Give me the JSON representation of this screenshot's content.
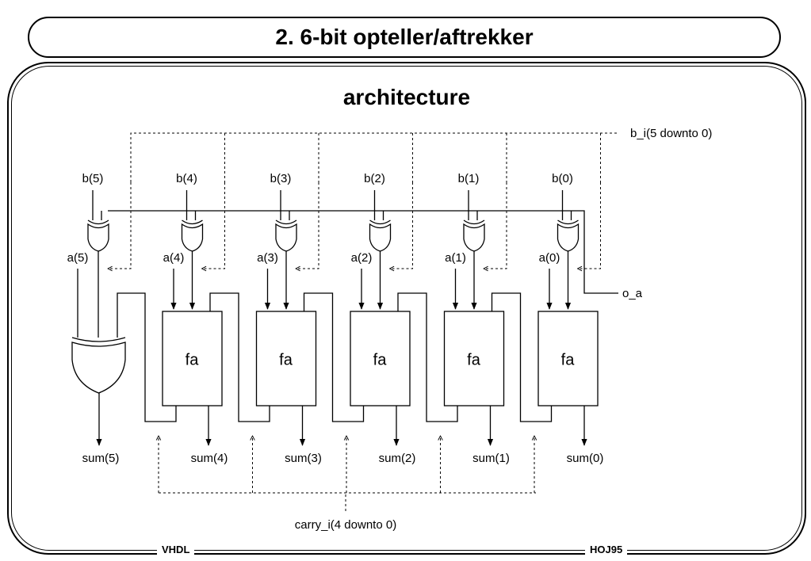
{
  "header": {
    "title": "2. 6-bit opteller/aftrekker"
  },
  "diagram": {
    "heading": "architecture",
    "bus_b_label": "b_i(5 downto 0)",
    "oa_label": "o_a",
    "carry_label": "carry_i(4 downto 0)",
    "block_label": "fa",
    "b_labels": [
      "b(5)",
      "b(4)",
      "b(3)",
      "b(2)",
      "b(1)",
      "b(0)"
    ],
    "a_labels": [
      "a(5)",
      "a(4)",
      "a(3)",
      "a(2)",
      "a(1)",
      "a(0)"
    ],
    "sum_labels": [
      "sum(5)",
      "sum(4)",
      "sum(3)",
      "sum(2)",
      "sum(1)",
      "sum(0)"
    ]
  },
  "footer": {
    "left": "VHDL",
    "right": "HOJ95"
  }
}
